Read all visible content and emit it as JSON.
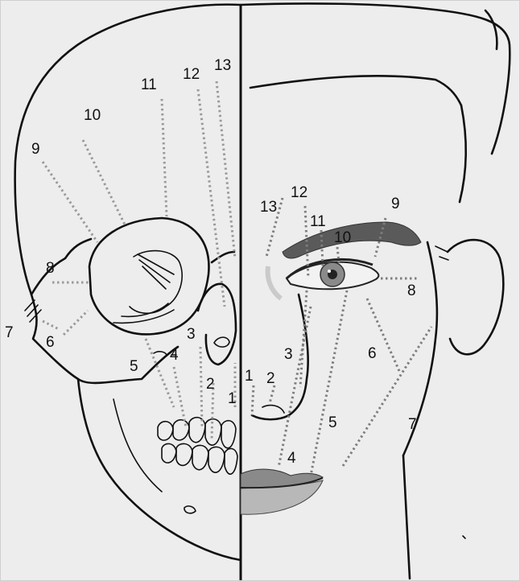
{
  "skull_labels": [
    "1",
    "2",
    "3",
    "4",
    "5",
    "6",
    "7",
    "8",
    "9",
    "10",
    "11",
    "12",
    "13"
  ],
  "face_labels": [
    "1",
    "2",
    "3",
    "4",
    "5",
    "6",
    "7",
    "8",
    "9",
    "10",
    "11",
    "12",
    "13"
  ],
  "colors": {
    "background": "#ededed",
    "outline": "#111111",
    "dotted_skull": "#9a9a9a",
    "dotted_face": "#8a8a8a",
    "eyebrow": "#555555",
    "lip": "#7d7d7d"
  }
}
